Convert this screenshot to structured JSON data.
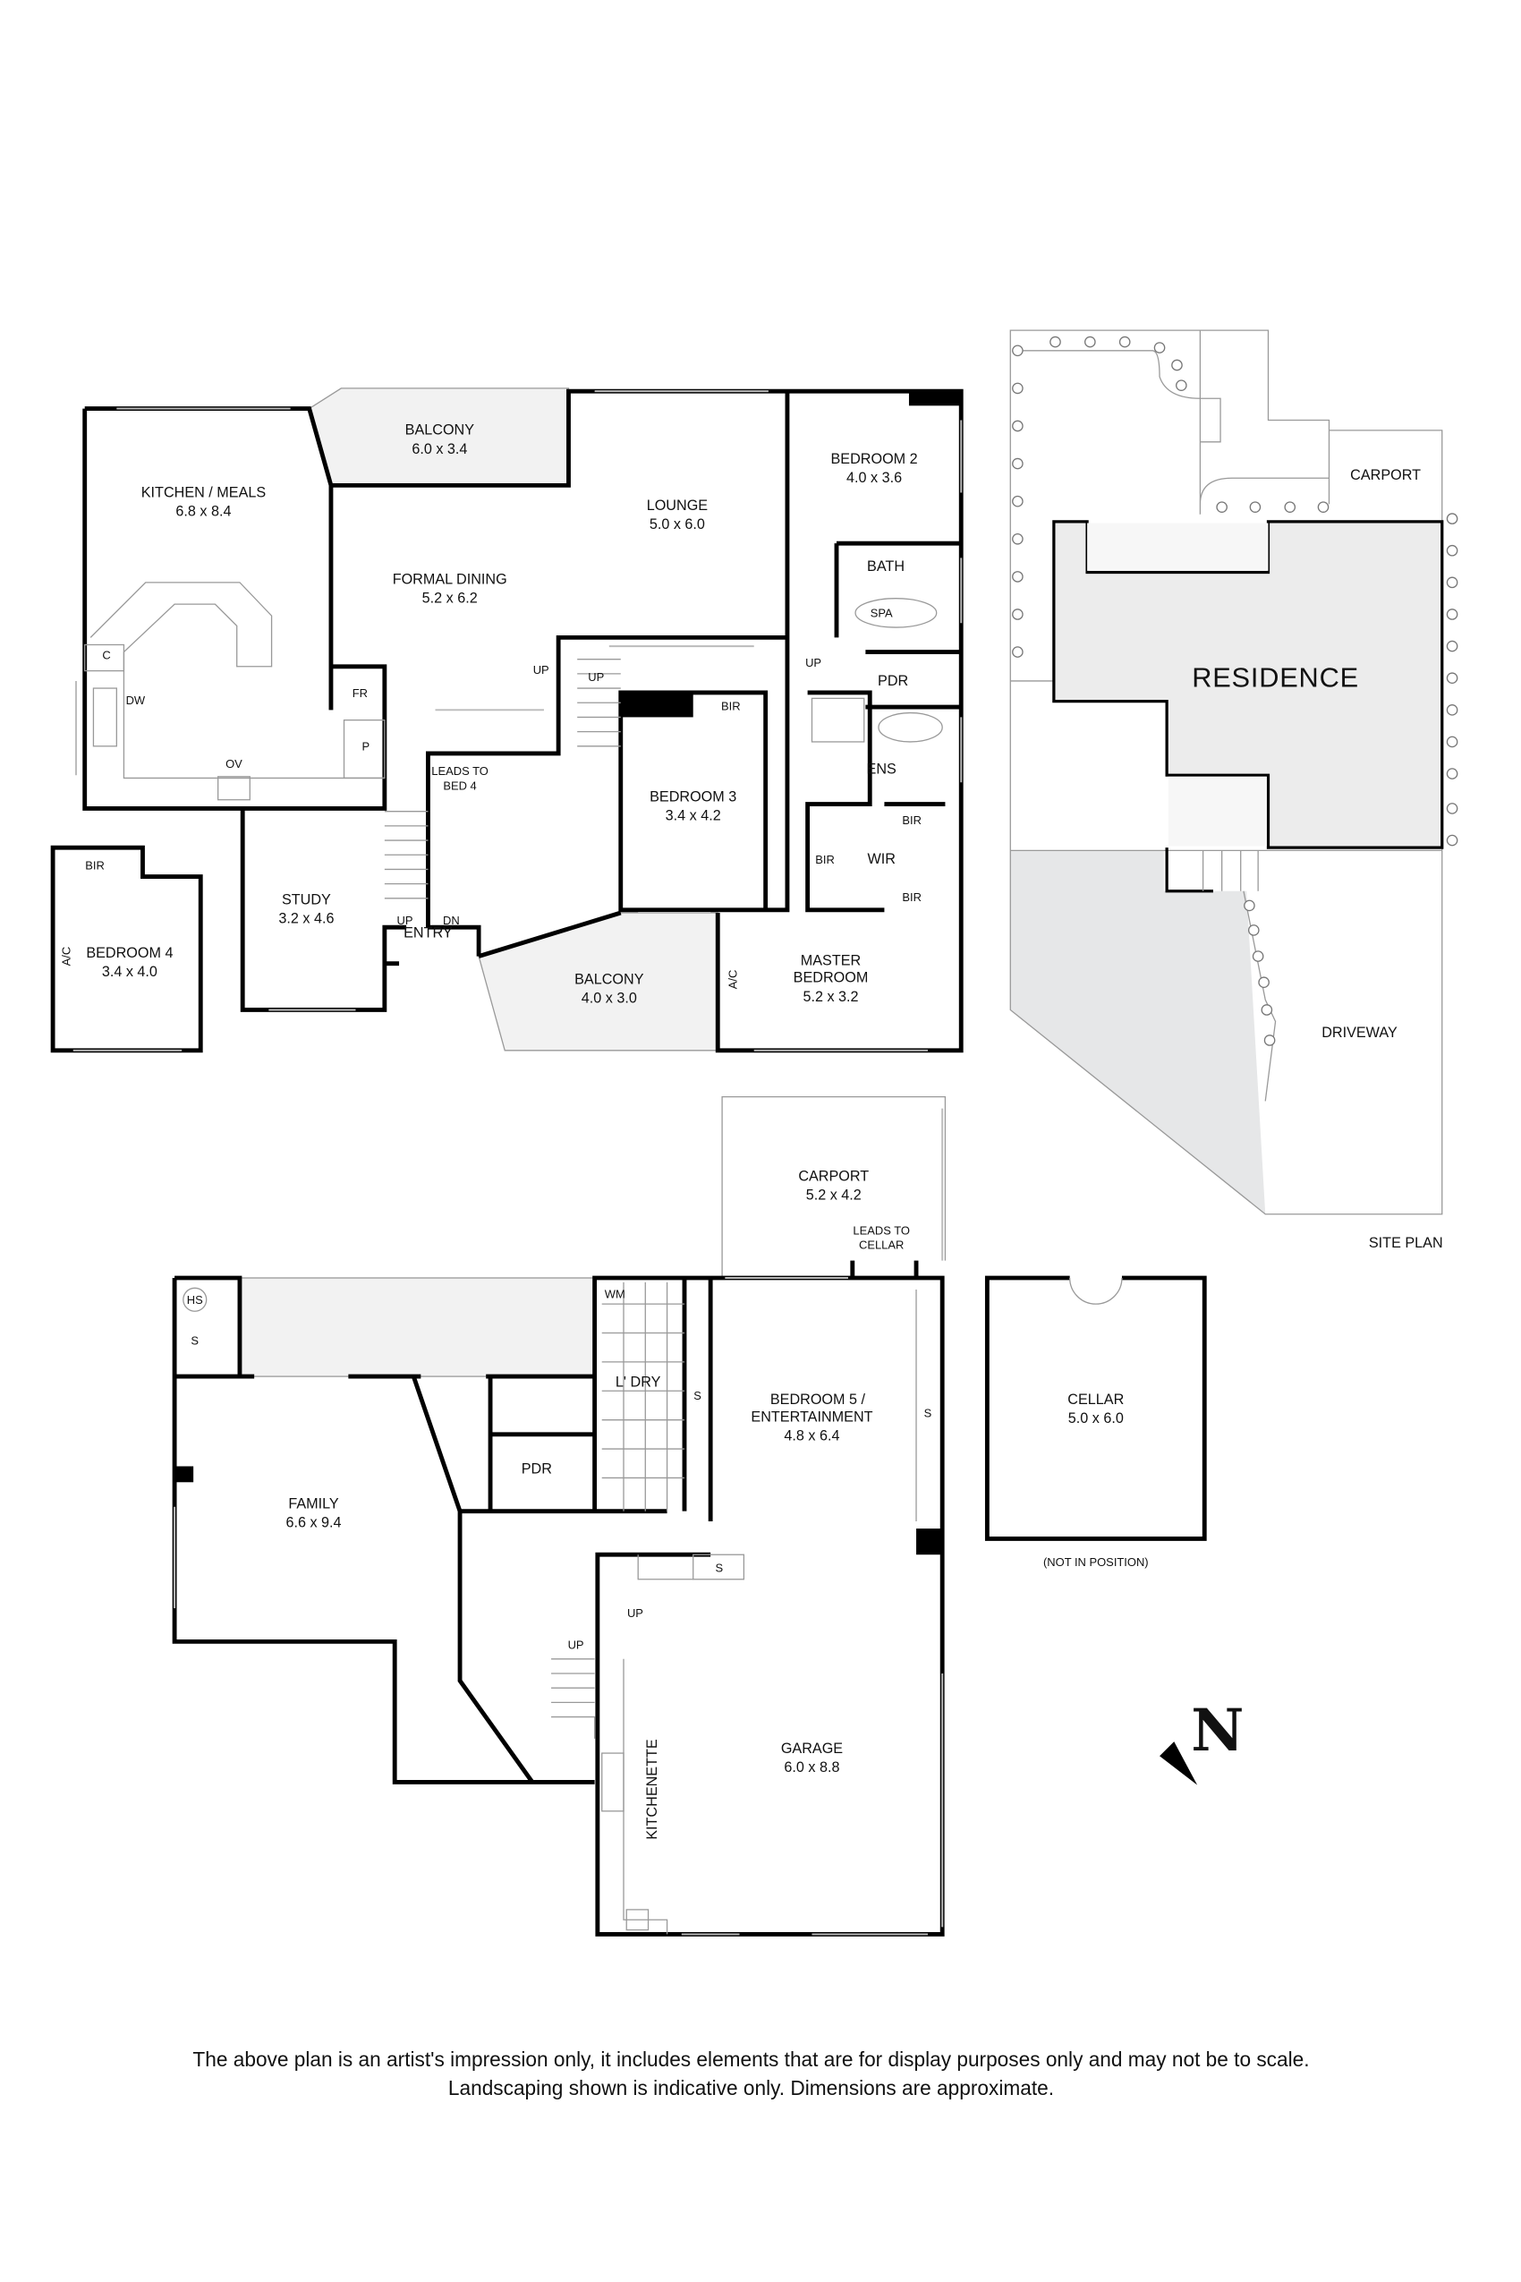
{
  "upper_floor": {
    "kitchen_meals": {
      "name": "KITCHEN / MEALS",
      "dims": "6.8 x 8.4"
    },
    "balcony_rear": {
      "name": "BALCONY",
      "dims": "6.0 x 3.4"
    },
    "lounge": {
      "name": "LOUNGE",
      "dims": "5.0 x 6.0"
    },
    "formal_dining": {
      "name": "FORMAL DINING",
      "dims": "5.2 x 6.2"
    },
    "bedroom2": {
      "name": "BEDROOM 2",
      "dims": "4.0 x 3.6"
    },
    "bath": "BATH",
    "spa": "SPA",
    "pdr": "PDR",
    "ens": "ENS",
    "wir": "WIR",
    "bedroom3": {
      "name": "BEDROOM 3",
      "dims": "3.4 x 4.2"
    },
    "master_bedroom": {
      "line1": "MASTER",
      "line2": "BEDROOM",
      "dims": "5.2 x 3.2"
    },
    "balcony_front": {
      "name": "BALCONY",
      "dims": "4.0 x 3.0"
    },
    "study": {
      "name": "STUDY",
      "dims": "3.2 x 4.6"
    },
    "bedroom4": {
      "name": "BEDROOM 4",
      "dims": "3.4 x 4.0"
    },
    "entry": "ENTRY",
    "leads_to_bed4": {
      "line1": "LEADS TO",
      "line2": "BED 4"
    },
    "fixtures": {
      "c": "C",
      "dw": "DW",
      "ov": "OV",
      "fr": "FR",
      "p": "P",
      "ac": "A/C",
      "bir": "BIR",
      "up": "UP",
      "dn": "DN"
    }
  },
  "lower_floor": {
    "family": {
      "name": "FAMILY",
      "dims": "6.6 x 9.4"
    },
    "pdr": "PDR",
    "laundry": "L' DRY",
    "wm": "WM",
    "hs": "HS",
    "s": "S",
    "up": "UP",
    "bedroom5": {
      "line1": "BEDROOM 5 /",
      "line2": "ENTERTAINMENT",
      "dims": "4.8 x 6.4"
    },
    "garage": {
      "name": "GARAGE",
      "dims": "6.0 x 8.8"
    },
    "kitchenette": "KITCHENETTE",
    "carport": {
      "name": "CARPORT",
      "dims": "5.2 x 4.2"
    },
    "leads_to_cellar": {
      "line1": "LEADS TO",
      "line2": "CELLAR"
    }
  },
  "cellar": {
    "name": "CELLAR",
    "dims": "5.0 x 6.0",
    "note": "(NOT IN POSITION)"
  },
  "site_plan": {
    "title": "SITE PLAN",
    "carport": "CARPORT",
    "residence": "RESIDENCE",
    "driveway": "DRIVEWAY"
  },
  "north_arrow": {
    "label": "N"
  },
  "disclaimer": {
    "line1": "The above plan is an artist's impression only, it includes elements that are for display purposes only and may not be to scale.",
    "line2": "Landscaping shown is indicative only. Dimensions are approximate."
  },
  "colors": {
    "wall": "#000000",
    "shaded_area": "#f2f2f2",
    "residence_fill": "#ececec",
    "garden_fill": "#e6e7e8"
  }
}
